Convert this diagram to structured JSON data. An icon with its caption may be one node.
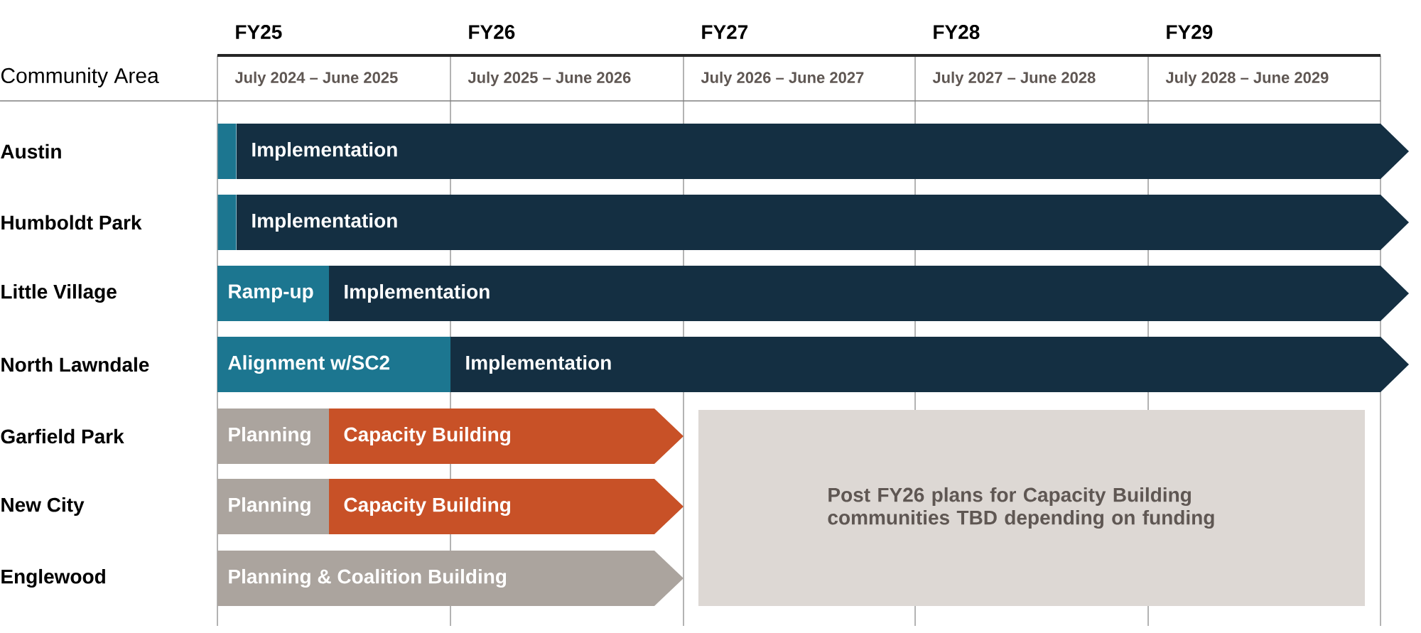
{
  "diagram": {
    "nodes": [
      {
        "text": [],
        "shape": "bar"
      },
      {
        "text": [
          "Implementation"
        ]
      },
      {
        "text": [],
        "shape": "bar"
      },
      {
        "text": [
          "Implementation"
        ]
      },
      {
        "text": [
          "Ramp-up"
        ]
      },
      {
        "text": [
          "Implementation"
        ]
      },
      {
        "text": [
          "Alignment w/SC2"
        ]
      },
      {
        "text": [
          "Implementation"
        ]
      },
      {
        "text": [
          "Planning"
        ]
      },
      {
        "text": [
          "Capacity Building"
        ]
      },
      {
        "text": [
          "Planning"
        ]
      },
      {
        "text": [
          "Capacity Building"
        ]
      },
      {
        "text": [
          "Planning & Coalition Building"
        ]
      },
      {
        "text": [
          "Post FY26 plans for Capacity Building communities TBD depending on funding"
        ]
      }
    ],
    "edges": [],
    "labels": [
      "FY25",
      "FY26",
      "FY27",
      "FY28",
      "FY29",
      "Community Area",
      "July 2024 – June 2025",
      "July 2025 – June 2026",
      "July 2026 – June 2027",
      "July 2027 – June 2028",
      "July 2028 – June 2029",
      "Austin",
      "Humboldt Park",
      "Little Village",
      "North Lawndale",
      "Garfield Park",
      "New City",
      "Englewood"
    ]
  }
}
